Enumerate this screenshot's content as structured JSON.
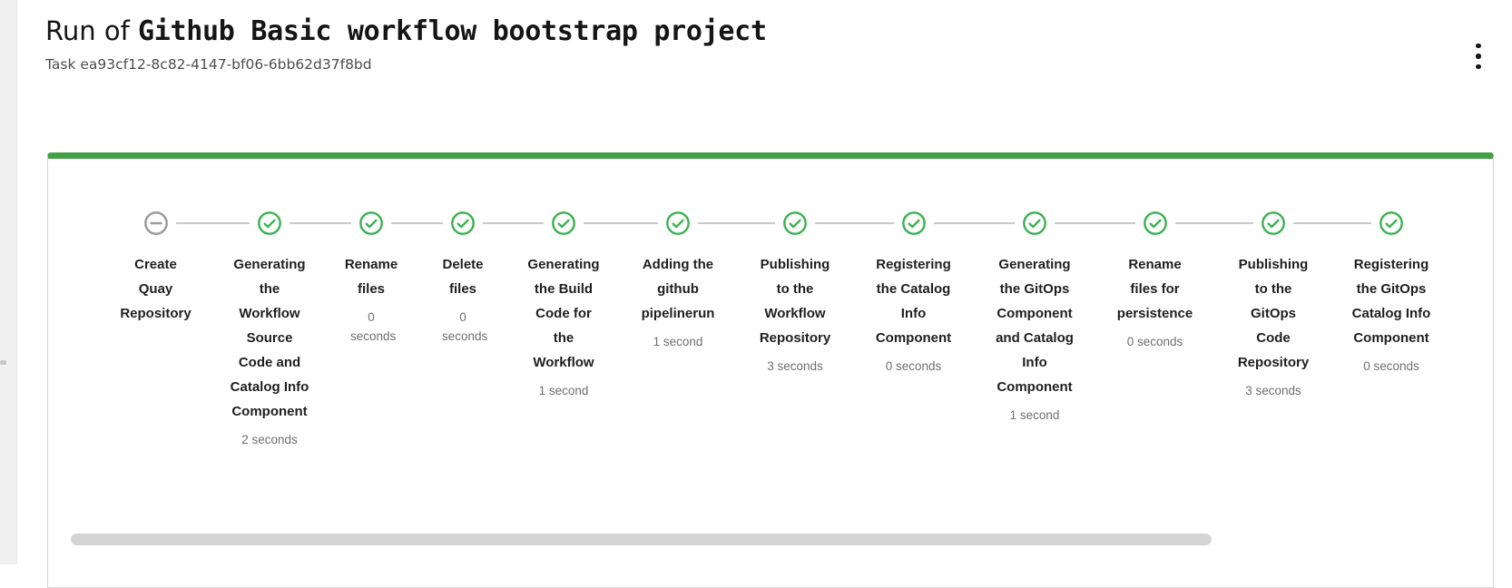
{
  "page": {
    "title_prefix": "Run of",
    "title_name": "Github Basic workflow bootstrap project",
    "subtitle": "Task ea93cf12-8c82-4147-bf06-6bb62d37f8bd"
  },
  "toolbar": {
    "kebab_icon": "kebab-menu-icon"
  },
  "stepper": {
    "steps": [
      {
        "label": "Create Quay Repository",
        "duration": "",
        "status": "pending",
        "icon": "minus-circle-icon"
      },
      {
        "label": "Generating the Workflow Source Code and Catalog Info Component",
        "duration": "2 seconds",
        "status": "success",
        "icon": "check-circle-icon"
      },
      {
        "label": "Rename files",
        "duration": "0 seconds",
        "status": "success",
        "icon": "check-circle-icon"
      },
      {
        "label": "Delete files",
        "duration": "0 seconds",
        "status": "success",
        "icon": "check-circle-icon"
      },
      {
        "label": "Generating the Build Code for the Workflow",
        "duration": "1 second",
        "status": "success",
        "icon": "check-circle-icon"
      },
      {
        "label": "Adding the github pipelinerun",
        "duration": "1 second",
        "status": "success",
        "icon": "check-circle-icon"
      },
      {
        "label": "Publishing to the Workflow Repository",
        "duration": "3 seconds",
        "status": "success",
        "icon": "check-circle-icon"
      },
      {
        "label": "Registering the Catalog Info Component",
        "duration": "0 seconds",
        "status": "success",
        "icon": "check-circle-icon"
      },
      {
        "label": "Generating the GitOps Component and Catalog Info Component",
        "duration": "1 second",
        "status": "success",
        "icon": "check-circle-icon"
      },
      {
        "label": "Rename files for persistence",
        "duration": "0 seconds",
        "status": "success",
        "icon": "check-circle-icon"
      },
      {
        "label": "Publishing to the GitOps Code Repository",
        "duration": "3 seconds",
        "status": "success",
        "icon": "check-circle-icon"
      },
      {
        "label": "Registering the GitOps Catalog Info Component",
        "duration": "0 seconds",
        "status": "success",
        "icon": "check-circle-icon"
      }
    ]
  },
  "colors": {
    "success_green": "#3bb151",
    "card_top_bar_green": "#43a047",
    "pending_gray": "#9b9b9b",
    "connector_gray": "#c9c9c9",
    "scrollbar_thumb": "#d4d4d4"
  }
}
